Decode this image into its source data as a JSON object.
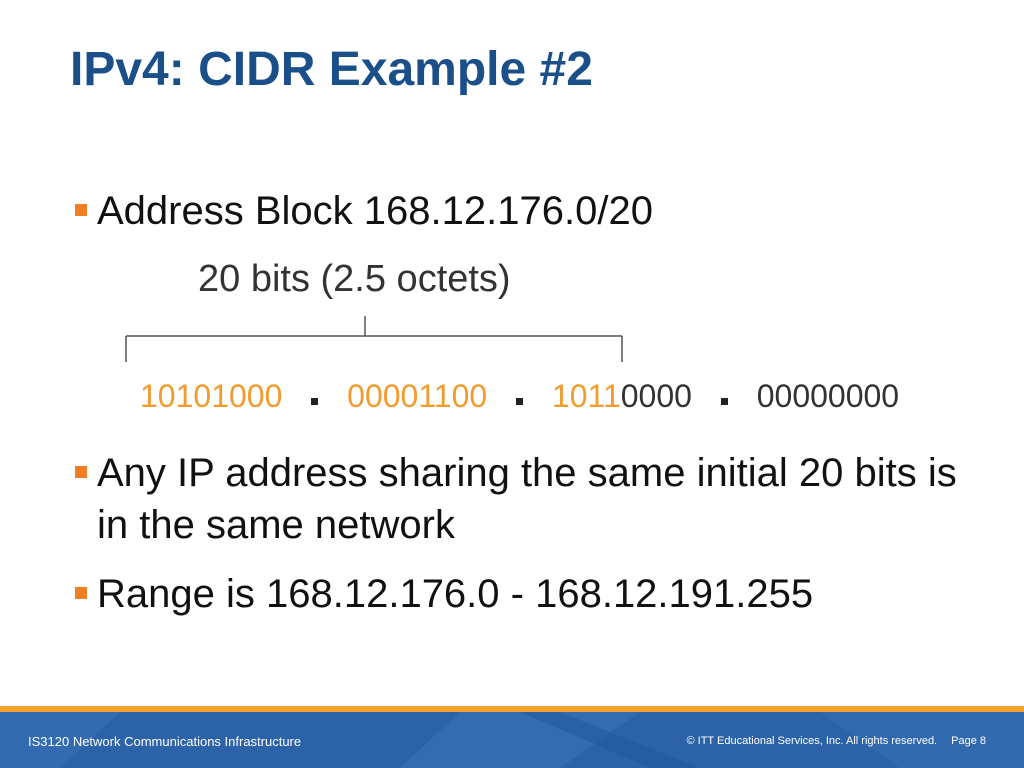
{
  "slide": {
    "title": "IPv4: CIDR Example #2",
    "bullets": [
      "Address Block 168.12.176.0/20",
      "Any IP address sharing the same initial 20 bits is in the same network",
      "Range is 168.12.176.0 - 168.12.191.255"
    ],
    "diagram": {
      "label": "20 bits (2.5 octets)",
      "octets": [
        {
          "highlighted": "10101000",
          "rest": ""
        },
        {
          "highlighted": "00001100",
          "rest": ""
        },
        {
          "highlighted": "1011",
          "rest": "0000"
        },
        {
          "highlighted": "",
          "rest": "00000000"
        }
      ]
    }
  },
  "footer": {
    "course": "IS3120 Network Communications Infrastructure",
    "copyright": "© ITT Educational Services, Inc. All rights reserved.",
    "page": "Page 8"
  },
  "colors": {
    "title": "#1b4f8a",
    "bullet_marker": "#f07f24",
    "highlight_bits": "#f29b2e",
    "footer_bg": "#2c63a8",
    "footer_stripe": "#f2a22c"
  }
}
